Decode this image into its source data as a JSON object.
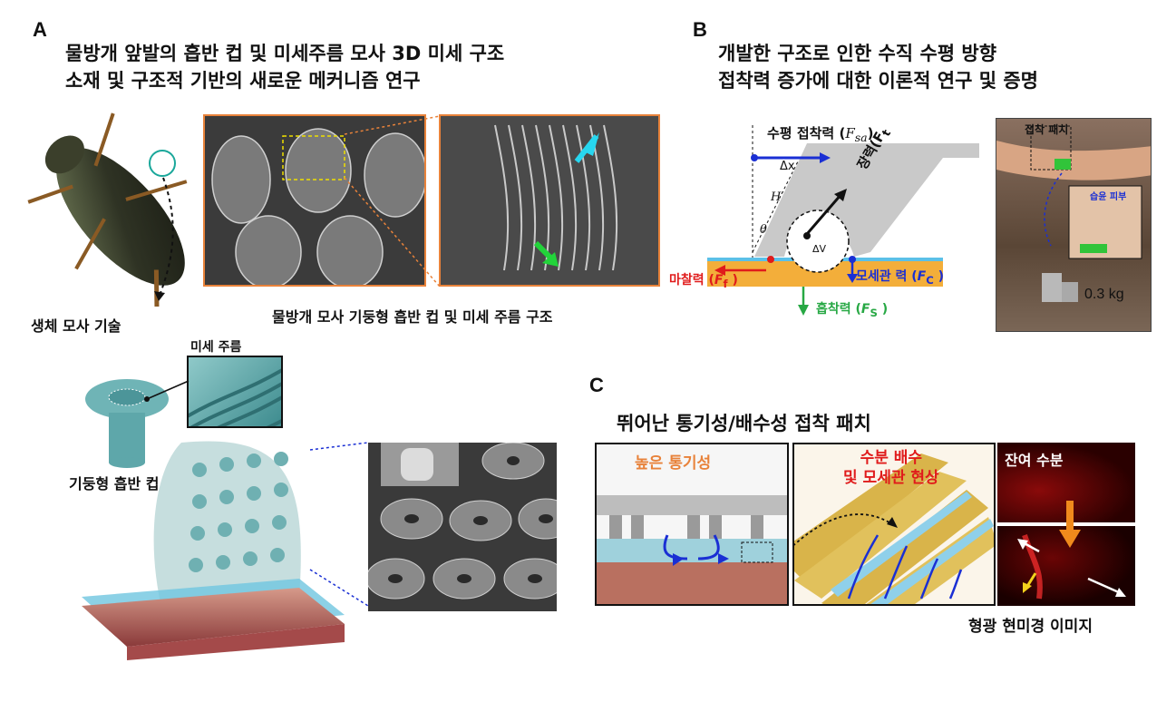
{
  "panelA": {
    "letter": "A",
    "title_line1": "물방개 앞발의 흡반 컵 및 미세주름 모사 3D 미세 구조",
    "title_line2": "소재 및 구조적 기반의 새로운 메커니즘 연구",
    "bio_label": "생체 모사 기술",
    "sem_caption": "물방개 모사 기둥형 흡반 컵 및 미세 주름 구조",
    "wrinkle_label": "미세 주름",
    "cup_label": "기둥형 흡반 컵"
  },
  "panelB": {
    "letter": "B",
    "title_line1": "개발한 구조로 인한 수직 수평 방향",
    "title_line2": "접착력 증가에 대한 이론적 연구 및 증명",
    "horizontal_force": "수평 접착력 (",
    "horizontal_sym": "F",
    "horizontal_sub": "sa",
    "delta_x": "Δx",
    "h_prime": "H′",
    "theta": "θ",
    "delta_v": "ΔV",
    "tension": "장력(F",
    "tension_sub": "t",
    "friction": "마찰력 (",
    "friction_sym": "F",
    "friction_sub": "f",
    "capillary": "모세관 력 (",
    "capillary_sym": "F",
    "capillary_sub": "C",
    "suction": "흡착력 (",
    "suction_sym": "F",
    "suction_sub": "S",
    "patch_label": "접착 패치",
    "wet_skin": "습윤 피부",
    "weight": "0.3 kg"
  },
  "panelC": {
    "letter": "C",
    "title": "뛰어난 통기성/배수성 접착 패치",
    "breathability": "높은 통기성",
    "drainage_line1": "수분 배수",
    "drainage_line2": "및 모세관 현상",
    "residual": "잔여 수분",
    "microscope": "형광 현미경 이미지"
  },
  "colors": {
    "orange_frame": "#e8823a",
    "blue_arrow": "#1a2fd4",
    "red_force": "#e01b1b",
    "green_force": "#27a844",
    "accent_orange": "#f08a1c",
    "cyan": "#27d7f0",
    "teal": "#5ea7aa"
  }
}
